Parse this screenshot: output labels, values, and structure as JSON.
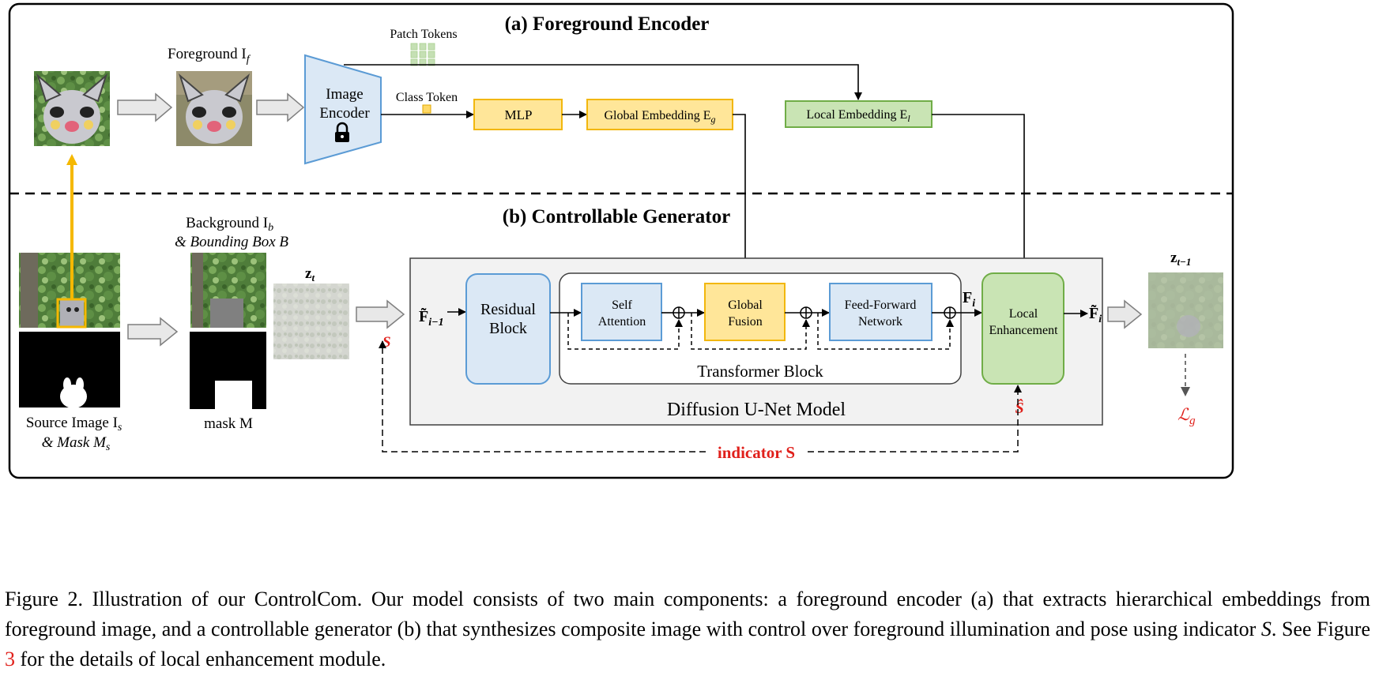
{
  "sections": {
    "encoder_title": "(a) Foreground Encoder",
    "generator_title": "(b) Controllable Generator"
  },
  "labels": {
    "patch_tokens": "Patch Tokens",
    "class_token": "Class Token",
    "foreground": "Foreground I",
    "foreground_sub": "f",
    "image_encoder_line1": "Image",
    "image_encoder_line2": "Encoder",
    "mlp": "MLP",
    "global_embedding": "Global Embedding E",
    "global_embedding_sub": "g",
    "local_embedding": "Local Embedding E",
    "local_embedding_sub": "l",
    "background_line1": "Background I",
    "background_sub": "b",
    "background_line2": "& Bounding Box B",
    "source_line1": "Source Image I",
    "source_sub": "s",
    "source_line2": "& Mask M",
    "source_line2_sub": "s",
    "mask": "mask M",
    "zt": "z",
    "zt_sub": "t",
    "zt1": "z",
    "zt1_sub": "t−1",
    "f_prev": "F̃",
    "f_prev_sub": "i−1",
    "f_i": "F",
    "f_i_sub": "i",
    "f_tilde_i": "F̃",
    "f_tilde_i_sub": "i",
    "residual_line1": "Residual",
    "residual_line2": "Block",
    "self_attn_line1": "Self",
    "self_attn_line2": "Attention",
    "global_fusion_line1": "Global",
    "global_fusion_line2": "Fusion",
    "ffn_line1": "Feed-Forward",
    "ffn_line2": "Network",
    "local_enh_line1": "Local",
    "local_enh_line2": "Enhancement",
    "transformer_block": "Transformer Block",
    "unet": "Diffusion U-Net Model",
    "s_symbol": "S",
    "s_hat": "Ŝ",
    "indicator": "indicator S",
    "loss": "ℒ",
    "loss_sub": "g"
  },
  "colors": {
    "encoder_blue": "#dbe8f5",
    "encoder_blue_stroke": "#5b9bd5",
    "yellow_fill": "#ffe699",
    "yellow_stroke": "#f2b70d",
    "green_fill": "#c9e4b4",
    "green_stroke": "#70ad47",
    "unet_bg": "#f2f2f2",
    "accent_red": "#e0201b",
    "arrow_orange": "#f5b800"
  },
  "caption": {
    "prefix": "Figure 2. Illustration of our ControlCom. Our model consists of two main components: a foreground encoder (a) that extracts hierarchical embeddings from foreground image, and a controllable generator (b) that synthesizes composite image with control over foreground illumination and pose using indicator ",
    "symbol": "S",
    "middle": ". See Figure ",
    "ref": "3",
    "suffix": " for the details of local enhancement module."
  }
}
